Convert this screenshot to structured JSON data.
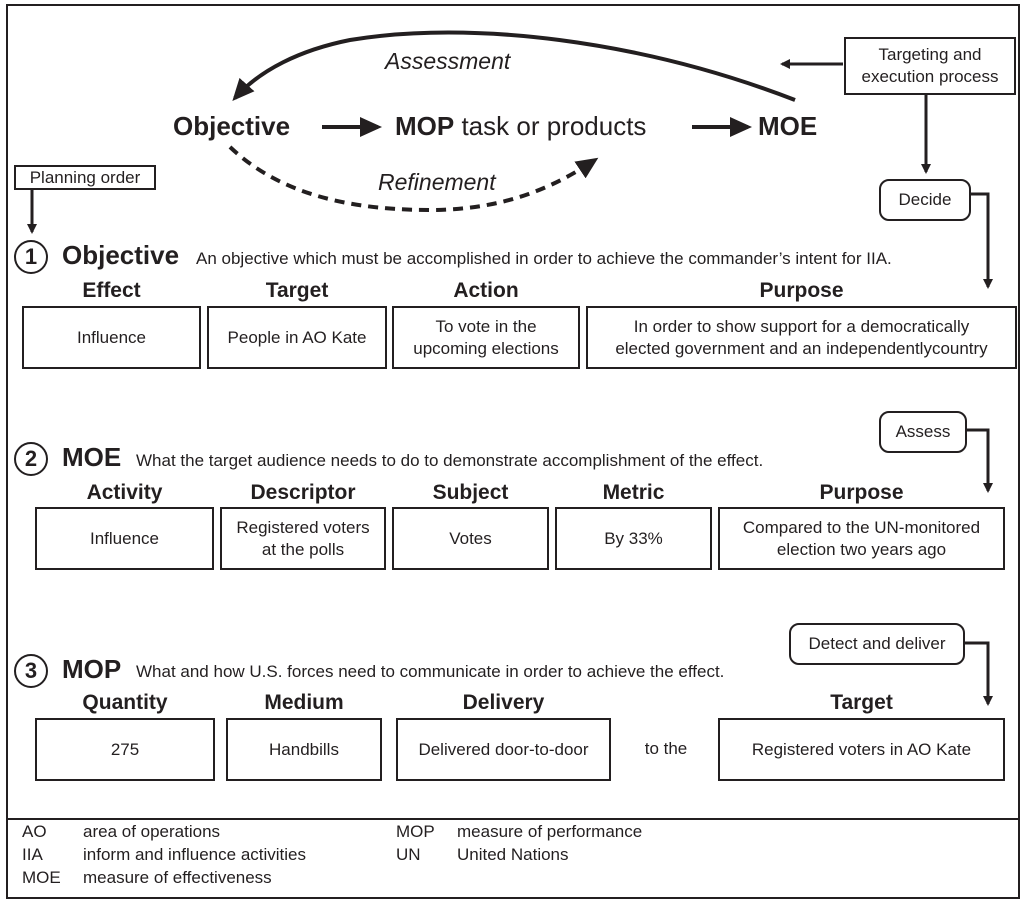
{
  "flow": {
    "objective": "Objective",
    "mop": "MOP",
    "mop_suffix": " task or products",
    "moe": "MOE",
    "assessment": "Assessment",
    "refinement": "Refinement",
    "targeting_line1": "Targeting and",
    "targeting_line2": "execution process",
    "planning_order": "Planning order"
  },
  "steps": {
    "decide": "Decide",
    "assess": "Assess",
    "detect": "Detect and deliver"
  },
  "sections": [
    {
      "number": "1",
      "title": "Objective",
      "description": "An objective which must be accomplished in order to achieve the commander’s intent for IIA.",
      "columns": [
        {
          "header": "Effect",
          "line1": "Influence",
          "line2": ""
        },
        {
          "header": "Target",
          "line1": "People in AO Kate",
          "line2": ""
        },
        {
          "header": "Action",
          "line1": "To vote in the",
          "line2": "upcoming elections"
        },
        {
          "header": "Purpose",
          "line1": "In order to show support for a democratically",
          "line2": "elected government and an independentlycountry"
        }
      ]
    },
    {
      "number": "2",
      "title": "MOE",
      "description": "What the target audience needs to do to demonstrate accomplishment of the effect.",
      "columns": [
        {
          "header": "Activity",
          "line1": "Influence",
          "line2": ""
        },
        {
          "header": "Descriptor",
          "line1": "Registered voters",
          "line2": "at the polls"
        },
        {
          "header": "Subject",
          "line1": "Votes",
          "line2": ""
        },
        {
          "header": "Metric",
          "line1": "By 33%",
          "line2": ""
        },
        {
          "header": "Purpose",
          "line1": "Compared to the UN-monitored",
          "line2": "election two years ago"
        }
      ]
    },
    {
      "number": "3",
      "title": "MOP",
      "description": "What and how U.S. forces need to communicate in order to achieve the effect.",
      "columns": [
        {
          "header": "Quantity",
          "line1": "275",
          "line2": ""
        },
        {
          "header": "Medium",
          "line1": "Handbills",
          "line2": ""
        },
        {
          "header": "Delivery",
          "line1": "Delivered door-to-door",
          "line2": ""
        },
        {
          "header": "Target",
          "line1": "Registered voters in AO Kate",
          "line2": ""
        }
      ],
      "connector": "to the"
    }
  ],
  "legend": [
    {
      "abbr": "AO",
      "meaning": "area of operations"
    },
    {
      "abbr": "IIA",
      "meaning": "inform and influence activities"
    },
    {
      "abbr": "MOE",
      "meaning": "measure of effectiveness"
    },
    {
      "abbr": "MOP",
      "meaning": "measure of performance"
    },
    {
      "abbr": "UN",
      "meaning": "United Nations"
    }
  ]
}
